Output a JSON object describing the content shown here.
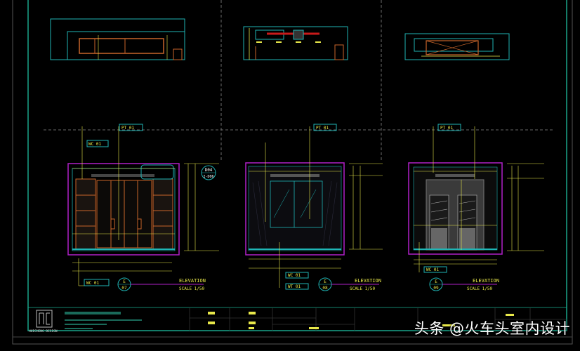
{
  "drawing": {
    "elevations": [
      {
        "title": "ELEVATION",
        "scale": "SCALE 1/50",
        "ref_top": "E",
        "ref_num": "07",
        "tag1": "PT 01",
        "tag2": "WC 01",
        "detail_top": "D04",
        "detail_bottom": "I-D06"
      },
      {
        "title": "ELEVATION",
        "scale": "SCALE 1/50",
        "ref_top": "E",
        "ref_num": "08",
        "tag1": "PT 01",
        "tag2": "WC 01",
        "tag3": "WT 01"
      },
      {
        "title": "ELEVATION",
        "scale": "SCALE 1/50",
        "ref_top": "E",
        "ref_num": "09",
        "tag1": "PT 01",
        "tag2": "WC 01"
      }
    ],
    "title_block": {
      "logo_text": "HUICHENG DESIGN"
    }
  },
  "watermark": "头条 @火车头室内设计",
  "colors": {
    "background": "#000000",
    "frame": "#1aa58a",
    "dimension": "#e8e84a",
    "wall": "#b020c8",
    "cabinet": "#c8652a",
    "cyan": "#1fb5b5"
  }
}
